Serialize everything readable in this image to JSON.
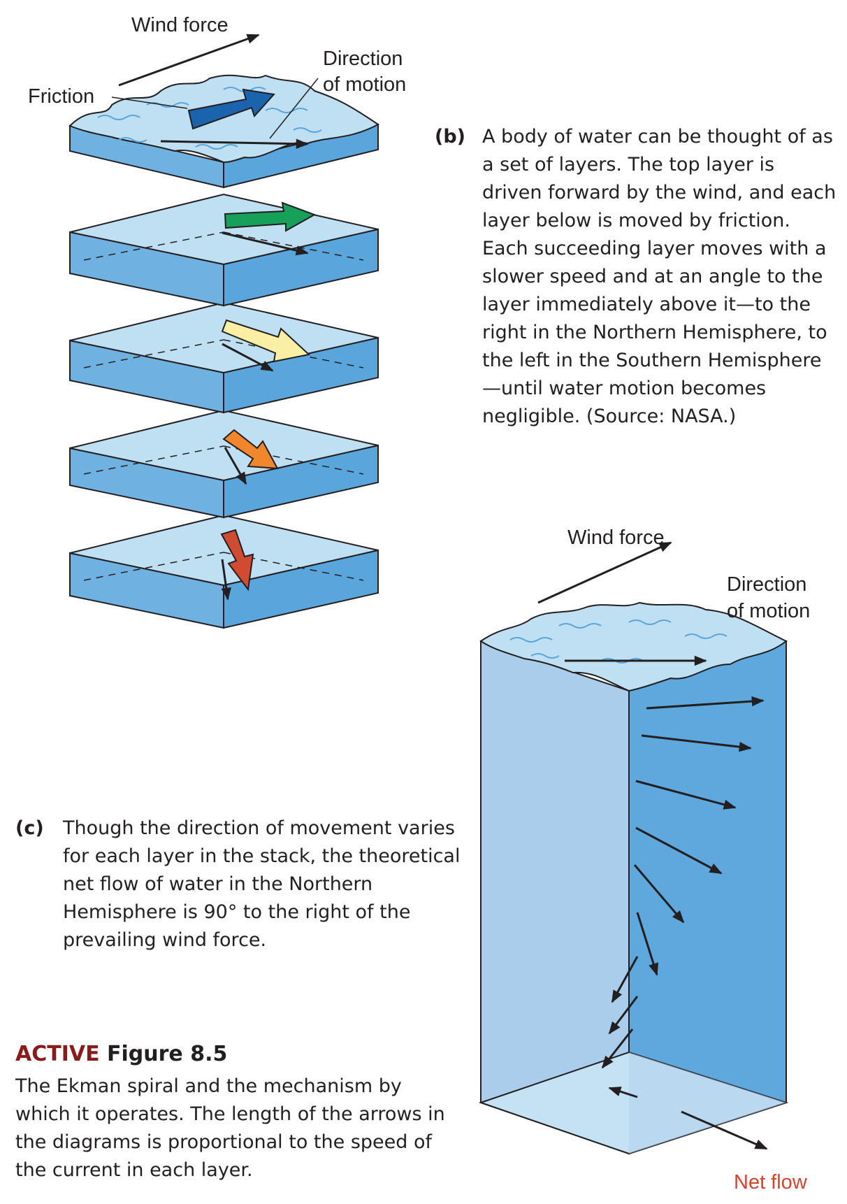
{
  "labels": {
    "wind_force_top": "Wind force",
    "friction": "Friction",
    "direction_of_motion_top_line1": "Direction",
    "direction_of_motion_top_line2": "of motion",
    "wind_force_right": "Wind force",
    "direction_of_motion_right_line1": "Direction",
    "direction_of_motion_right_line2": "of motion",
    "net_flow": "Net flow"
  },
  "caption_b": {
    "tag": "(b)",
    "text": "A body of water can be thought of as a set of layers. The top layer is driven forward by the wind, and each layer below is moved by friction. Each succeeding layer moves with a slower speed and at an angle to the layer immediately above it—to the right in the Northern Hemisphere, to the left in the Southern Hemisphere—until water motion becomes negligible. (Source: NASA.)"
  },
  "caption_c": {
    "tag": "(c)",
    "text": "Though the direction of movement varies for each layer in the stack, the theoretical net flow of water in the Northern Hemisphere is 90° to the right of the prevailing wind force."
  },
  "figure": {
    "active": "ACTIVE",
    "title": "Figure 8.5",
    "text": "The Ekman spiral and the mechanism by which it operates. The length of the arrows in the diagrams is proportional to the speed of the current in each layer."
  },
  "colors": {
    "water_top": "#bfe0f3",
    "water_side_front": "#6fb1e0",
    "water_side_right": "#5aa5dc",
    "column_left": "#a9cdea",
    "column_right": "#5ea8dd",
    "layer1_arrow": "#1a64ad",
    "layer2_arrow": "#16a05a",
    "layer3_arrow": "#fbefa5",
    "layer4_arrow": "#f0872d",
    "layer5_arrow": "#d14a32",
    "net_flow": "#d2452c",
    "active": "#8b1a1a"
  }
}
